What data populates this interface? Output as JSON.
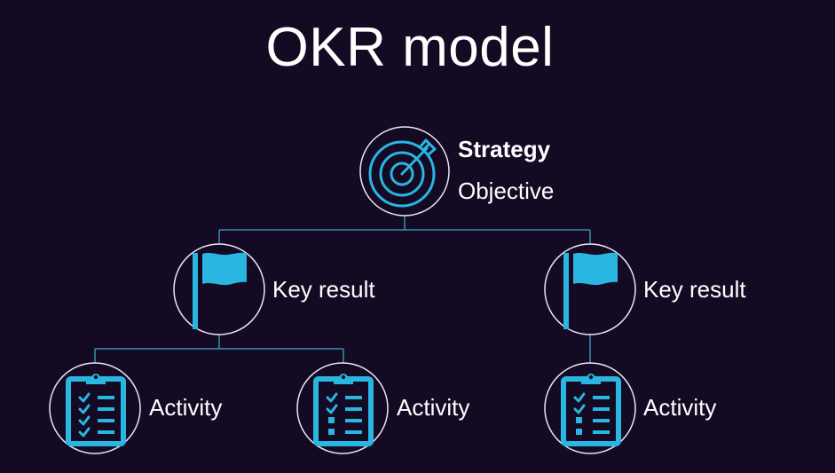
{
  "title": "OKR model",
  "colors": {
    "background": "#140a24",
    "icon": "#29b6e0",
    "connector": "#3a8fb0",
    "circle_outline": "#ecE6f4",
    "text": "#ffffff"
  },
  "nodes": {
    "objective": {
      "icon": "target-icon",
      "label_primary": "Strategy",
      "label_secondary": "Objective"
    },
    "key_results": [
      {
        "icon": "flag-icon",
        "label": "Key result"
      },
      {
        "icon": "flag-icon",
        "label": "Key result"
      }
    ],
    "activities": [
      {
        "icon": "checklist-icon",
        "label": "Activity",
        "checked": 4,
        "unchecked": 0,
        "parent": 0
      },
      {
        "icon": "checklist-icon",
        "label": "Activity",
        "checked": 2,
        "unchecked": 2,
        "parent": 0
      },
      {
        "icon": "checklist-icon",
        "label": "Activity",
        "checked": 2,
        "unchecked": 2,
        "parent": 1
      }
    ]
  }
}
